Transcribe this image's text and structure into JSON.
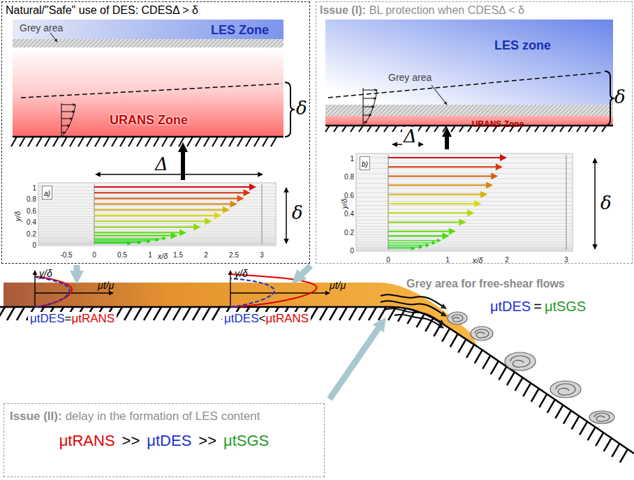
{
  "diagram": {
    "nodes": [
      {
        "text": [
          "Natural/\"Safe\" use of DES: CDESΔ > δ"
        ]
      },
      {
        "text": [
          "LES Zone"
        ],
        "in": 0
      },
      {
        "text": [
          "URANS Zone"
        ],
        "in": 0
      },
      {
        "text": [
          "Issue (I):",
          "BL protection when CDESΔ < δ"
        ]
      },
      {
        "text": [
          "LES zone"
        ],
        "in": 3
      },
      {
        "text": [
          "URANS Zone"
        ],
        "in": 3
      },
      {
        "text": [
          "Issue (II):",
          "delay in the formation of LES content",
          "μtRANS",
          ">>",
          "μtDES",
          ">>",
          "μtSGS"
        ]
      }
    ],
    "labels": [
      "Grey area",
      "δ",
      "Δ",
      "δ",
      "a)",
      "1",
      "0.8",
      "0.6",
      "0.4",
      "0.2",
      "0",
      "y/δ",
      "-0.5",
      "0",
      "0.5",
      "1",
      "1.5",
      "2",
      "2.5",
      "3",
      "x/δ",
      "Grey area",
      "δ",
      "Δ",
      "δ",
      "b)",
      "1",
      "0.8",
      "0.6",
      "0.4",
      "0.2",
      "0",
      "y/δ",
      "0",
      "1",
      "2",
      "3",
      "x/δ",
      "y/δ",
      "μt/μ",
      "y/δ",
      "μt/μ",
      "Grey area for free-shear flows",
      "μtDES",
      "=",
      "μtRANS",
      "μtDES",
      "<",
      "μtRANS",
      "μtDES",
      "=",
      "μtSGS"
    ]
  }
}
